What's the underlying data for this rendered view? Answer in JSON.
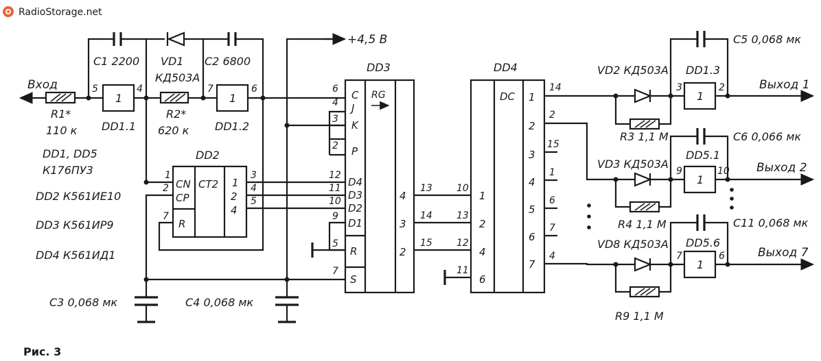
{
  "watermark": "RadioStorage.net",
  "figure_caption": "Рис. 3",
  "supply": "+4,5 В",
  "input_label": "Вход",
  "parts_list": [
    "DD1, DD5",
    "К176ПУ3",
    "DD2  К561ИЕ10",
    "DD3  К561ИР9",
    "DD4  К561ИД1"
  ],
  "components": {
    "r1_name": "R1*",
    "r1_value": "110 к",
    "c1": "C1  2200",
    "vd1_name": "VD1",
    "vd1_type": "КД503А",
    "r2_name": "R2*",
    "r2_value": "620 к",
    "c2": "C2  6800",
    "dd1_1": "DD1.1",
    "dd1_2": "DD1.2",
    "c3": "C3 0,068 мк",
    "c4": "C4 0,068 мк",
    "c5": "C5 0,068 мк",
    "c6": "C6 0,066 мк",
    "c11": "C11 0,068 мк",
    "vd2": "VD2 КД503А",
    "vd3": "VD3 КД503А",
    "vd8": "VD8 КД503А",
    "r3": "R3 1,1 М",
    "r4": "R4 1,1 М",
    "r9": "R9 1,1 М",
    "dd1_3": "DD1.3",
    "dd5_1": "DD5.1",
    "dd5_6": "DD5.6"
  },
  "outputs": [
    "Выход 1",
    "Выход 2",
    "Выход 7"
  ],
  "dd2": {
    "name": "DD2",
    "cn": "CN",
    "cp": "CP",
    "r": "R",
    "ct": "CT2",
    "q1": "1",
    "q2": "2",
    "q4": "4"
  },
  "dd3": {
    "name": "DD3",
    "rg": "RG",
    "in_letters": [
      "C",
      "J",
      "K",
      "P",
      "D4",
      "D3",
      "D2",
      "D1",
      "R",
      "S"
    ],
    "out_nums": [
      "4",
      "3",
      "2"
    ]
  },
  "dd4": {
    "name": "DD4",
    "dc": "DC",
    "in_nums": [
      "1",
      "2",
      "4",
      "6"
    ],
    "out_nums": [
      "1",
      "2",
      "3",
      "4",
      "5",
      "6",
      "7"
    ]
  },
  "gate_symbol": "1",
  "pins": {
    "dd1_1_in": "5",
    "dd1_1_out": "4",
    "dd1_2_in": "7",
    "dd1_2_out": "6",
    "dd2_cn": "1",
    "dd2_cp": "2",
    "dd2_r": "7",
    "dd2_q1": "3",
    "dd2_q2": "4",
    "dd2_q4": "5",
    "dd3_c": "6",
    "dd3_j": "4",
    "dd3_k": "3",
    "dd3_p": "2",
    "dd3_d4": "12",
    "dd3_d3": "11",
    "dd3_d2": "10",
    "dd3_d1": "9",
    "dd3_r": "5",
    "dd3_s": "7",
    "dd3_q4": "13",
    "dd3_q3": "14",
    "dd3_q2": "15",
    "dd4_1": "10",
    "dd4_2": "13",
    "dd4_4": "12",
    "dd4_6": "11",
    "dd4_o1": "14",
    "dd4_o2": "2",
    "dd4_o3": "15",
    "dd4_o4": "1",
    "dd4_o5": "6",
    "dd4_o6": "7",
    "dd4_o7": "4",
    "dd1_3_in": "3",
    "dd1_3_out": "2",
    "dd5_1_in": "9",
    "dd5_1_out": "10",
    "dd5_6_in": "7",
    "dd5_6_out": "6"
  }
}
